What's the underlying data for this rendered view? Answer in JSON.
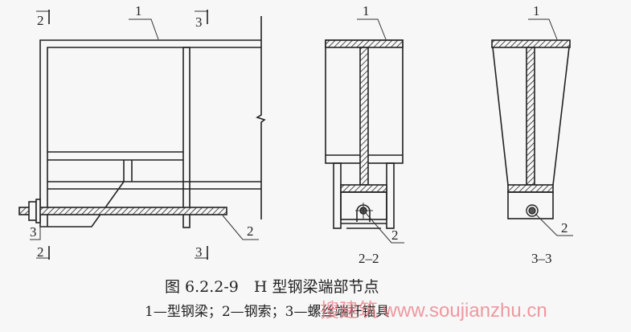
{
  "figure": {
    "title": "图 6.2.2-9　H 型钢梁端部节点",
    "legend": "1—型钢梁；2—钢索；3—螺丝端杆锚具"
  },
  "elevation": {
    "callouts": [
      "1",
      "2",
      "3"
    ],
    "section_marks": {
      "top_left": "2",
      "top_right": "3",
      "bottom_left": "2",
      "bottom_right": "3"
    }
  },
  "section_2": {
    "title": "2–2",
    "callouts": [
      "1",
      "2"
    ]
  },
  "section_3": {
    "title": "3–3",
    "callouts": [
      "1",
      "2"
    ]
  },
  "watermark": "搜建筑 www.soujianzhu.cn"
}
